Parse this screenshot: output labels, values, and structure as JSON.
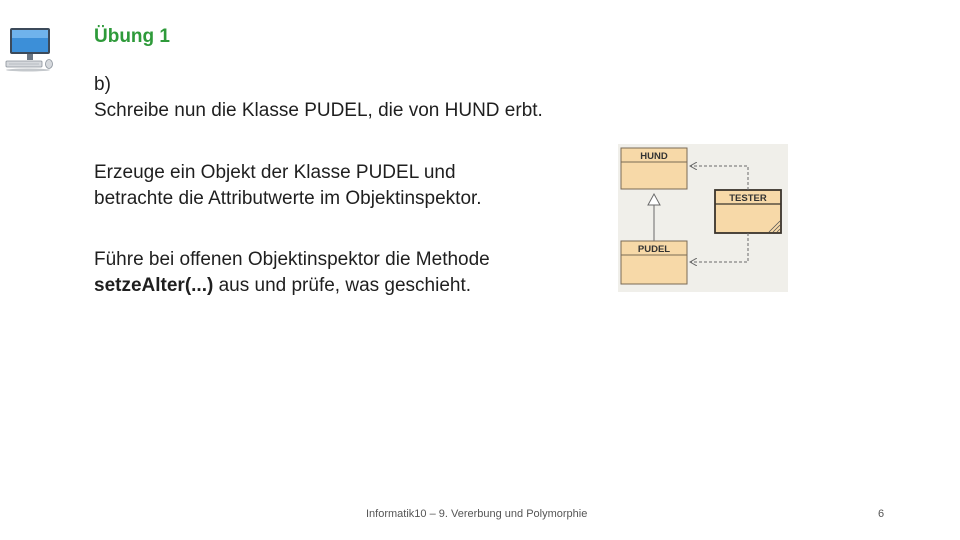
{
  "slide": {
    "title": "Übung 1",
    "icon": "desktop-computer-icon",
    "accent_color": "#2e9a3a"
  },
  "content": {
    "paragraph1": {
      "line1": "b)",
      "line2": "Schreibe nun die Klasse PUDEL, die von HUND erbt."
    },
    "paragraph2": {
      "line1": "Erzeuge ein Objekt der Klasse PUDEL und",
      "line2": "betrachte die Attributwerte im Objektinspektor."
    },
    "paragraph3": {
      "line1": "Führe bei offenen Objektinspektor die Methode",
      "code": "setzeAlter(...)",
      "line2_rest": " aus und prüfe, was geschieht."
    }
  },
  "diagram": {
    "classes": {
      "hund": "HUND",
      "tester": "TESTER",
      "pudel": "PUDEL"
    },
    "class_fill": "#f7d9a8"
  },
  "footer": {
    "text": "Informatik10 – 9. Vererbung und Polymorphie",
    "page": "6"
  }
}
